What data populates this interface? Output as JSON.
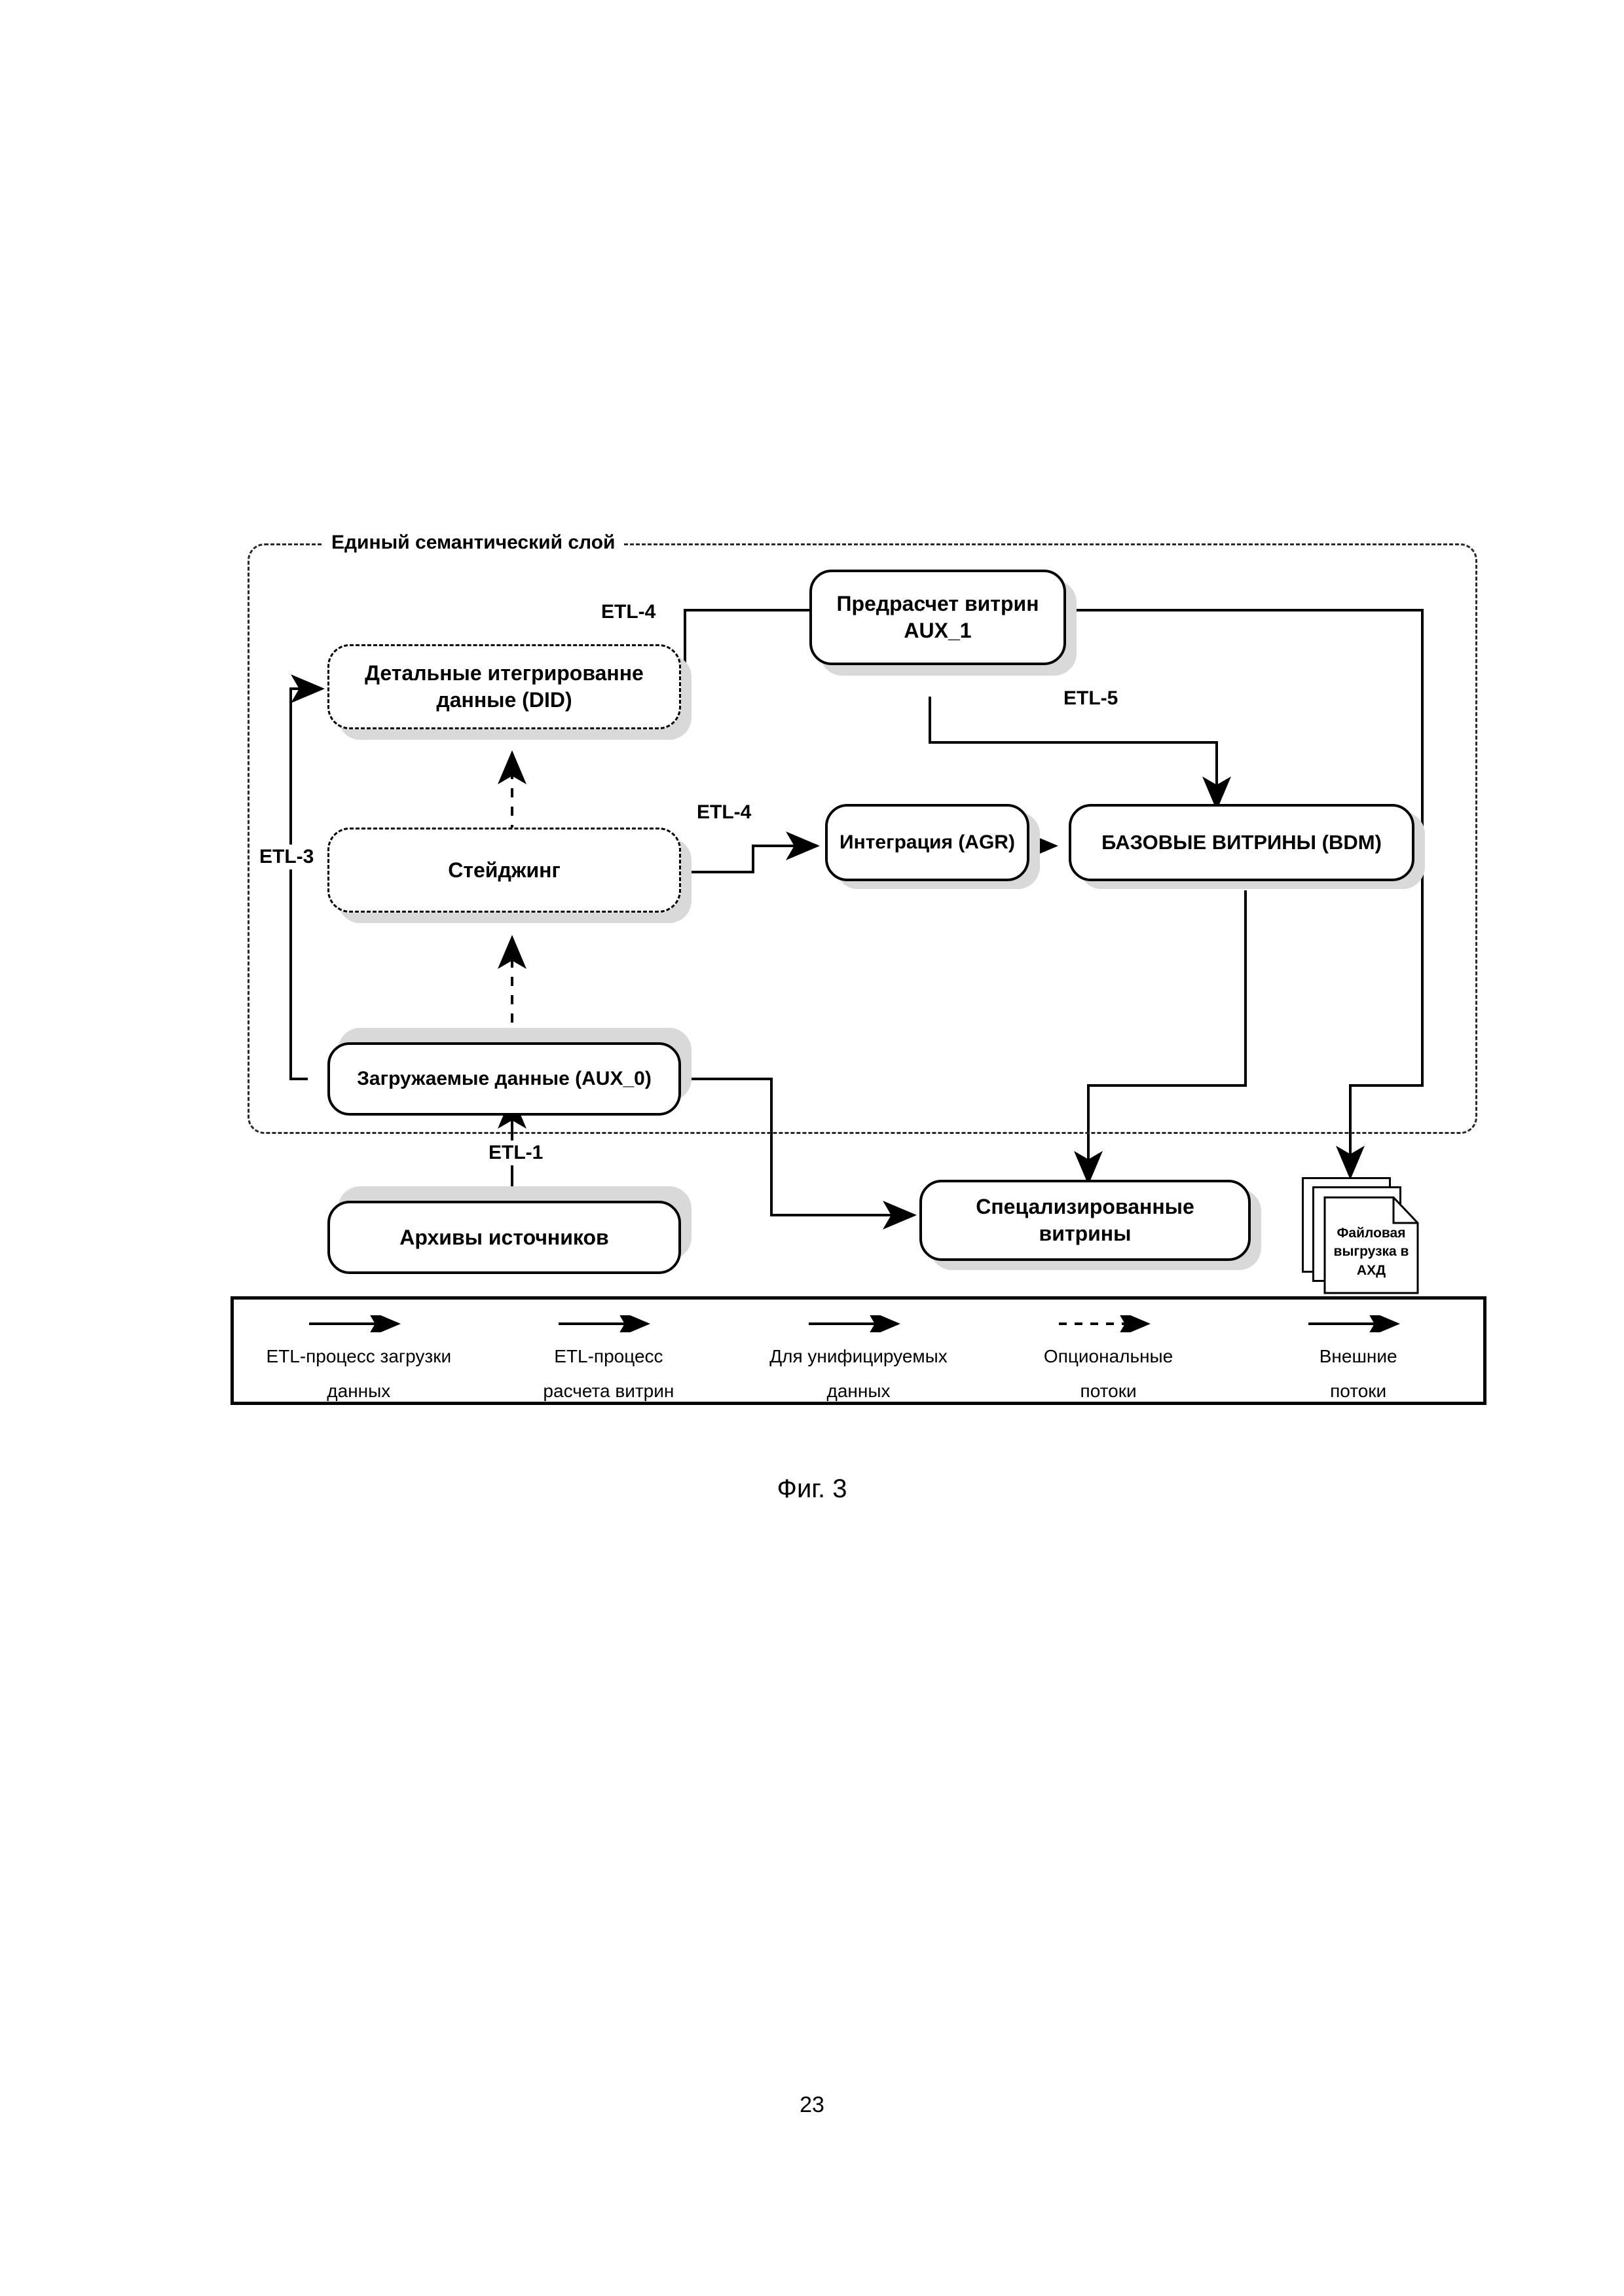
{
  "figure": {
    "caption": "Фиг. 3",
    "page_number": "23",
    "container_label": "Единый семантический слой"
  },
  "nodes": {
    "did": "Детальные итегрированне\nданные (DID)",
    "staging": "Стейджинг",
    "aux0": "Загружаемые  данные  (AUX_0)",
    "archives": "Архивы источников",
    "aux1": "Предрасчет витрин\nAUX_1",
    "agr": "Интеграция (AGR)",
    "bdm": "БАЗОВЫЕ ВИТРИНЫ (BDM)",
    "specialized": "Спецализированные\nвитрины",
    "file_export": "Файловая\nвыгрузка в\nАХД"
  },
  "edge_labels": {
    "etl1": "ETL-1",
    "etl3": "ETL-3",
    "etl4_top": "ETL-4",
    "etl4_mid": "ETL-4",
    "etl5": "ETL-5"
  },
  "legend": {
    "items": [
      {
        "label": "ETL-процесс загрузки\nданных",
        "style": "solid"
      },
      {
        "label": "ETL-процесс\nрасчета витрин",
        "style": "solid"
      },
      {
        "label": "Для унифицируемых\nданных",
        "style": "solid"
      },
      {
        "label": "Опциональные\nпотоки",
        "style": "dashed"
      },
      {
        "label": "Внешние\nпотоки",
        "style": "solid"
      }
    ]
  },
  "colors": {
    "ink": "#000000",
    "shadow": "#d9d9d9",
    "paper": "#ffffff"
  }
}
